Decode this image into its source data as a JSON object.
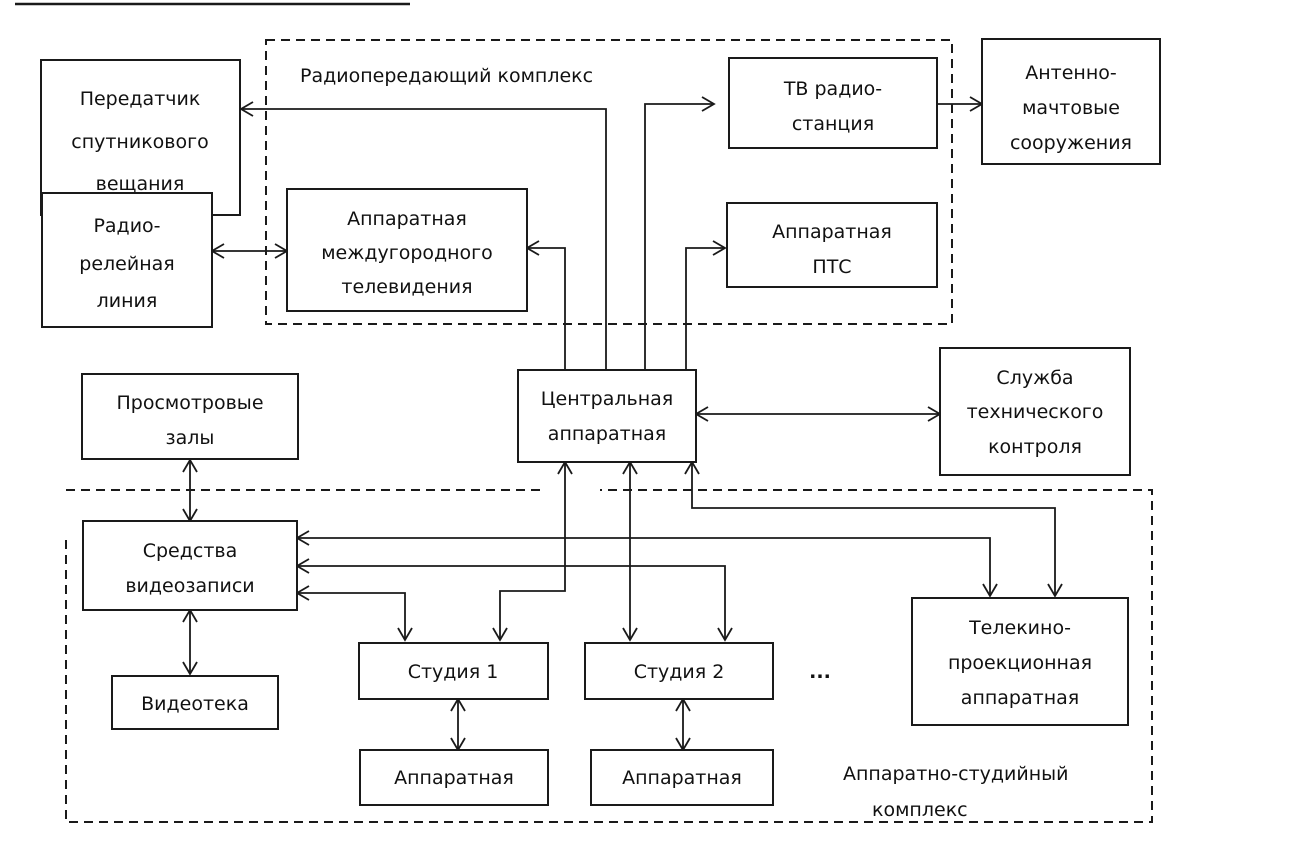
{
  "diagram": {
    "groups": {
      "radio_complex": "Радиопередающий комплекс",
      "studio_complex_line1": "Аппаратно-студийный",
      "studio_complex_line2": "комплекс"
    },
    "blocks": {
      "satellite_tx": [
        "Передатчик",
        "спутникового",
        "вещания"
      ],
      "radio_relay": [
        "Радио-",
        "релейная",
        "линия"
      ],
      "intercity_tv": [
        "Аппаратная",
        "междугородного",
        "телевидения"
      ],
      "tv_station": [
        "ТВ радио-",
        "станция"
      ],
      "pts": [
        "Аппаратная",
        "ПТС"
      ],
      "antenna": [
        "Антенно-",
        "мачтовые",
        "сооружения"
      ],
      "viewing_halls": [
        "Просмотровые",
        "залы"
      ],
      "central": [
        "Центральная",
        "аппаратная"
      ],
      "tech_control": [
        "Служба",
        "технического",
        "контроля"
      ],
      "video_recording": [
        "Средства",
        "видеозаписи"
      ],
      "video_library": [
        "Видеотека"
      ],
      "studio1": [
        "Студия 1"
      ],
      "studio2": [
        "Студия 2"
      ],
      "telecine": [
        "Телекино-",
        "проекционная",
        "аппаратная"
      ],
      "control_room1": [
        "Аппаратная"
      ],
      "control_room2": [
        "Аппаратная"
      ]
    },
    "ellipsis": "..."
  }
}
